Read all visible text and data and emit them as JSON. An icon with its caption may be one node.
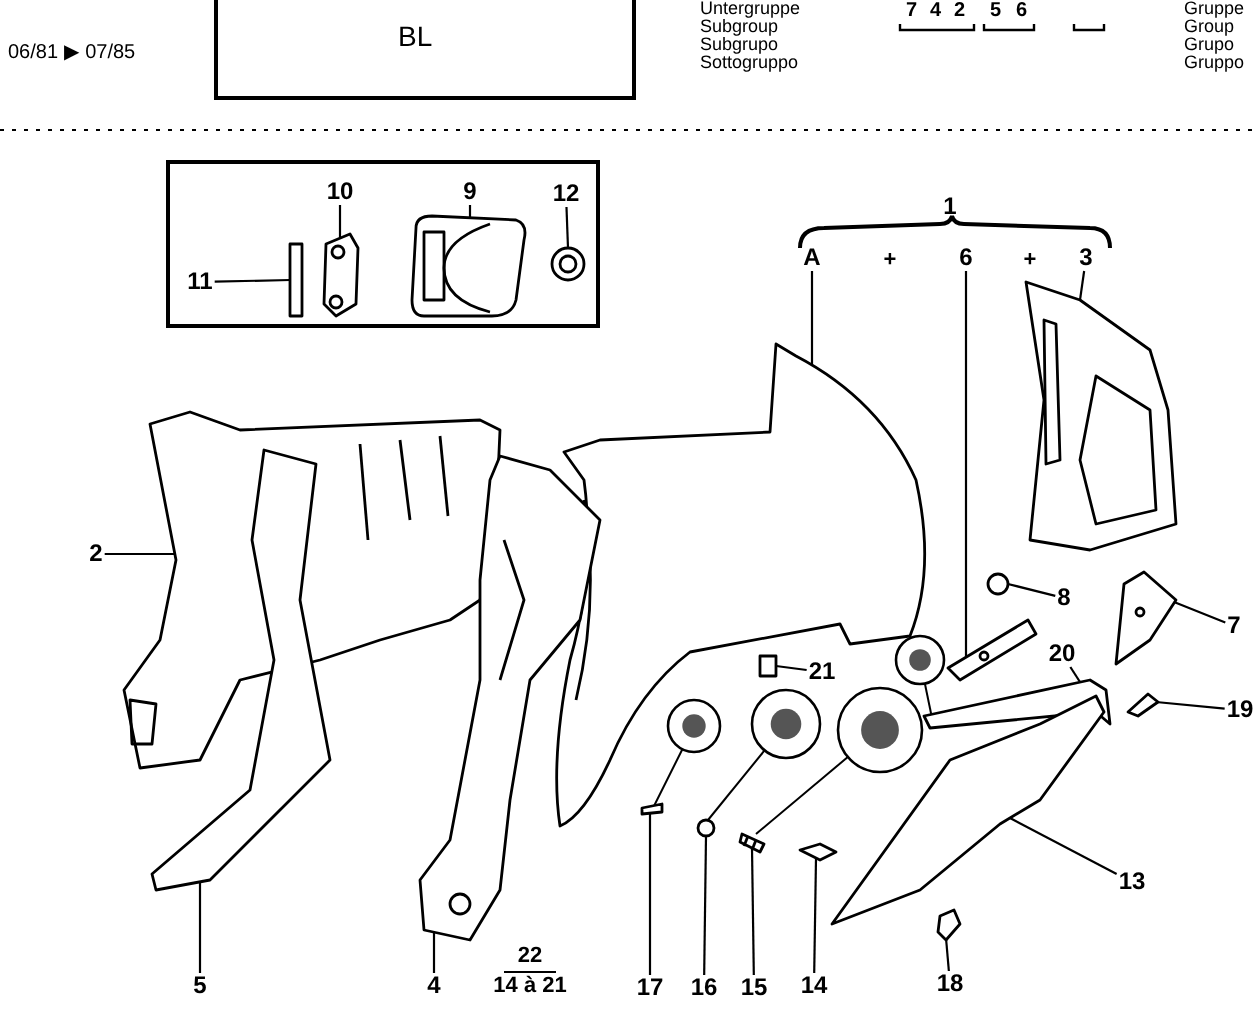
{
  "diagram": {
    "nodes": [
      {
        "text": [
          "BL"
        ]
      },
      {
        "text": [],
        "shape": "box"
      },
      {
        "text": [
          "10"
        ],
        "in": 1
      },
      {
        "text": [
          "9"
        ],
        "in": 1
      },
      {
        "text": [
          "12"
        ],
        "in": 1
      },
      {
        "text": [
          "11"
        ],
        "in": 1
      },
      {
        "text": [],
        "shape": "picture",
        "in": 1
      },
      {
        "text": [],
        "shape": "picture",
        "in": 1
      },
      {
        "text": [],
        "shape": "circle",
        "in": 1
      },
      {
        "text": [],
        "shape": "bar",
        "in": 1
      },
      {
        "text": [
          "A"
        ]
      },
      {
        "text": [
          "6"
        ]
      },
      {
        "text": [
          "3"
        ]
      },
      {
        "text": [
          "2"
        ]
      },
      {
        "text": [
          "8"
        ]
      },
      {
        "text": [
          "7"
        ]
      },
      {
        "text": [
          "21"
        ]
      },
      {
        "text": [
          "20"
        ]
      },
      {
        "text": [
          "19"
        ]
      },
      {
        "text": [
          "13"
        ]
      },
      {
        "text": [
          "5"
        ]
      },
      {
        "text": [
          "4"
        ]
      },
      {
        "text": [
          "17"
        ]
      },
      {
        "text": [
          "16"
        ]
      },
      {
        "text": [
          "15"
        ]
      },
      {
        "text": [
          "14"
        ]
      },
      {
        "text": [
          "18"
        ]
      },
      {
        "text": [],
        "shape": "picture"
      },
      {
        "text": [],
        "shape": "picture"
      },
      {
        "text": [],
        "shape": "picture"
      },
      {
        "text": [],
        "shape": "picture"
      },
      {
        "text": [],
        "shape": "picture"
      },
      {
        "text": [],
        "shape": "picture"
      },
      {
        "text": [],
        "shape": "box"
      },
      {
        "text": [],
        "shape": "picture"
      },
      {
        "text": [],
        "shape": "picture"
      },
      {
        "text": [],
        "shape": "picture"
      },
      {
        "text": [],
        "shape": "picture"
      },
      {
        "text": [],
        "shape": "picture"
      },
      {
        "text": [],
        "shape": "picture"
      },
      {
        "text": [],
        "shape": "picture"
      },
      {
        "text": [],
        "shape": "picture"
      },
      {
        "text": [],
        "shape": "picture"
      },
      {
        "text": [],
        "shape": "picture"
      }
    ],
    "edges": [
      {
        "from": 2,
        "to": 6,
        "arrow": "none"
      },
      {
        "from": 3,
        "to": 7,
        "arrow": "none"
      },
      {
        "from": 4,
        "to": 8,
        "arrow": "none"
      },
      {
        "from": 5,
        "to": 9,
        "arrow": "none"
      },
      {
        "from": 10,
        "to": 27,
        "arrow": "none"
      },
      {
        "from": 11,
        "to": 28,
        "arrow": "none"
      },
      {
        "from": 12,
        "to": 29,
        "arrow": "none"
      },
      {
        "from": 13,
        "to": 30,
        "arrow": "none"
      },
      {
        "from": 14,
        "to": 31,
        "arrow": "none"
      },
      {
        "from": 15,
        "to": 32,
        "arrow": "none"
      },
      {
        "from": 16,
        "to": 33,
        "arrow": "none"
      },
      {
        "from": 17,
        "to": 34,
        "arrow": "none"
      },
      {
        "from": 18,
        "to": 35,
        "arrow": "none"
      },
      {
        "from": 19,
        "to": 36,
        "arrow": "none"
      },
      {
        "from": 20,
        "to": 37,
        "arrow": "none"
      },
      {
        "from": 21,
        "to": 38,
        "arrow": "none"
      },
      {
        "from": 22,
        "to": 39,
        "arrow": "none"
      },
      {
        "from": 23,
        "to": 40,
        "arrow": "none"
      },
      {
        "from": 24,
        "to": 41,
        "arrow": "none"
      },
      {
        "from": 25,
        "to": 42,
        "arrow": "none"
      },
      {
        "from": 26,
        "to": 43,
        "arrow": "none"
      }
    ],
    "labels": [
      "06/81 ▶ 07/85",
      "Untergruppe",
      "Subgroup",
      "Subgrupo",
      "Sottogruppo",
      "7",
      "4",
      "2",
      "5",
      "6",
      "Gruppe",
      "Group",
      "Grupo",
      "Gruppo",
      "1",
      "+",
      "+",
      "22",
      "14 à 21"
    ]
  }
}
